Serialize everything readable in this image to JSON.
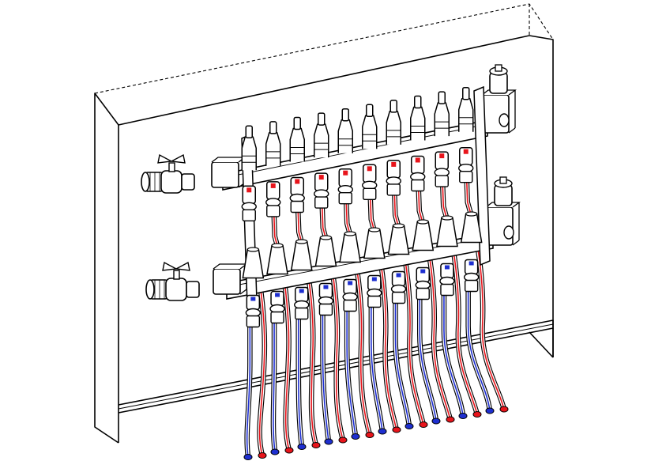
{
  "drawing": {
    "subject": "",
    "colors": {
      "line": "#000000",
      "background": "#ffffff",
      "supply_pipe": "#e8141b",
      "return_pipe": "#1e2fd0",
      "dashed_edge": "#000000"
    },
    "manifold": {
      "upper_bar_outlets": 10,
      "lower_bar_outlets": 10,
      "loops": 10
    },
    "icons": {
      "ball_valve_top": "ball-valve-icon",
      "ball_valve_bottom": "ball-valve-icon",
      "air_vent": "air-vent-icon"
    }
  }
}
